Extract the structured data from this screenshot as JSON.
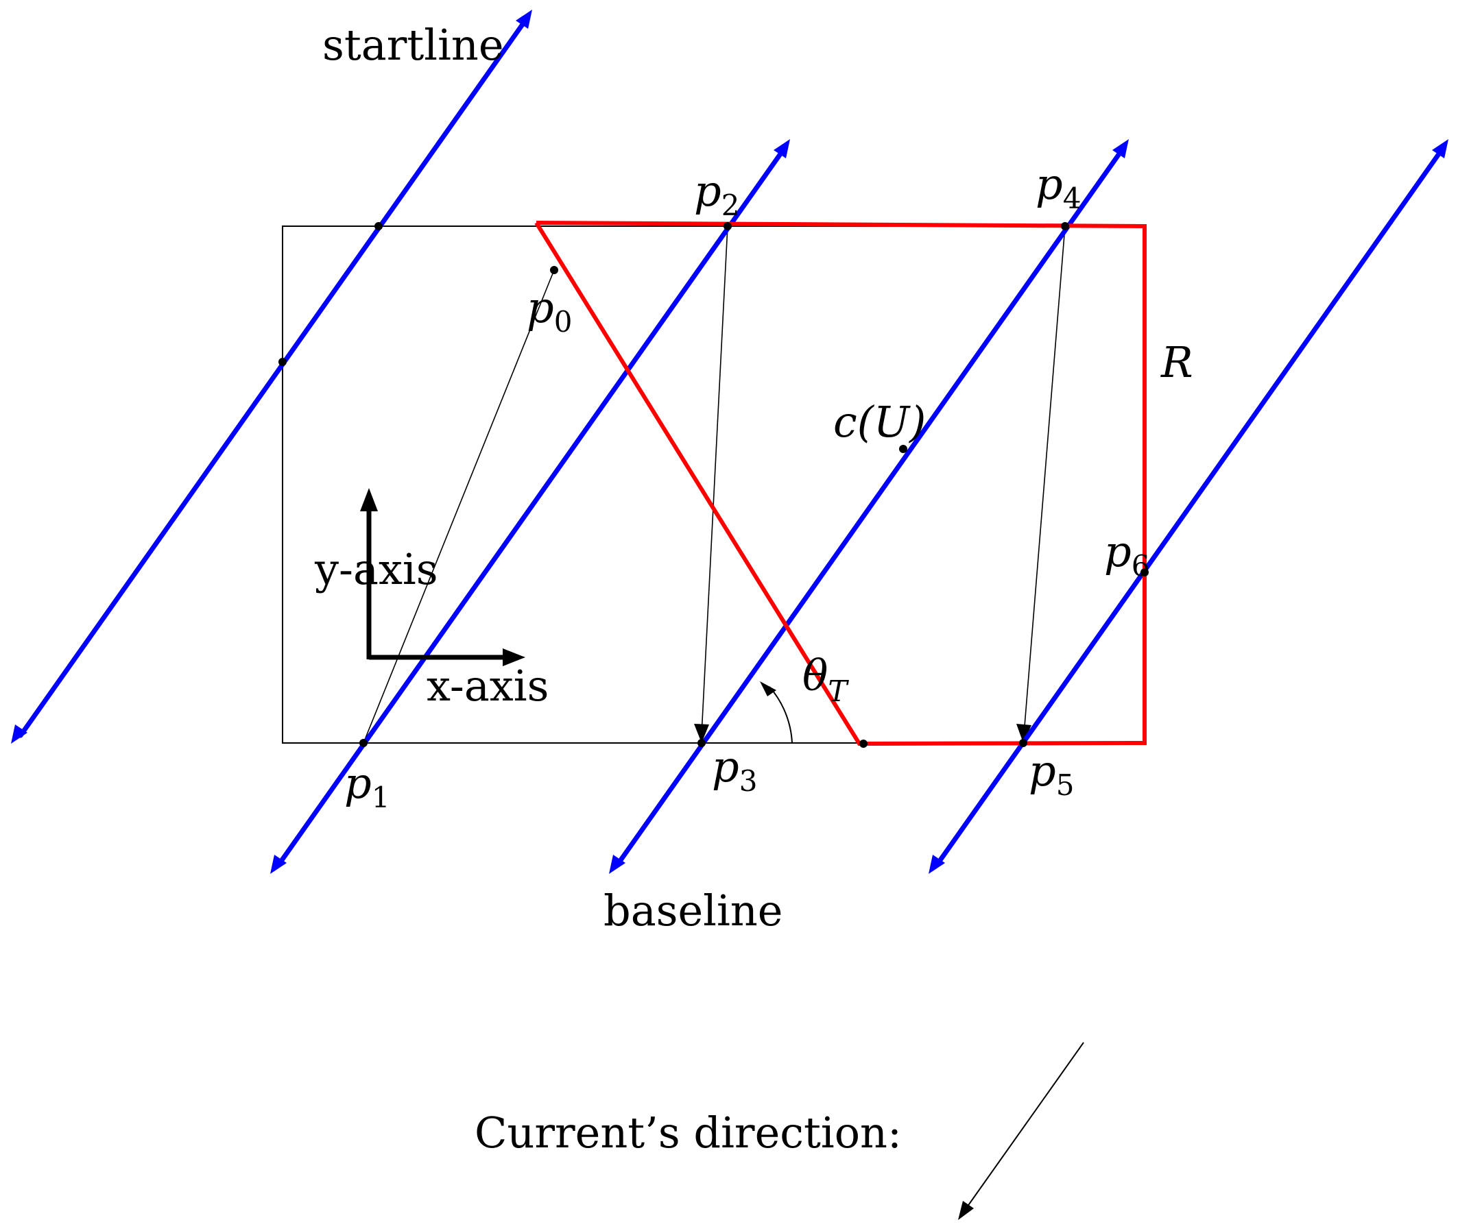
{
  "labels": {
    "startline": "startline",
    "baseline": "baseline",
    "x_axis": "x-axis",
    "y_axis": "y-axis",
    "region": "R",
    "centroid": "c(U)",
    "angle_symbol": "θ",
    "angle_subscript": "T",
    "current_direction": "Current’s direction:"
  },
  "points": [
    {
      "base": "p",
      "sub": "0"
    },
    {
      "base": "p",
      "sub": "1"
    },
    {
      "base": "p",
      "sub": "2"
    },
    {
      "base": "p",
      "sub": "3"
    },
    {
      "base": "p",
      "sub": "4"
    },
    {
      "base": "p",
      "sub": "5"
    },
    {
      "base": "p",
      "sub": "6"
    }
  ],
  "colors": {
    "track_line": "#0000ff",
    "region_outline": "#ff0000",
    "ink": "#000000"
  }
}
